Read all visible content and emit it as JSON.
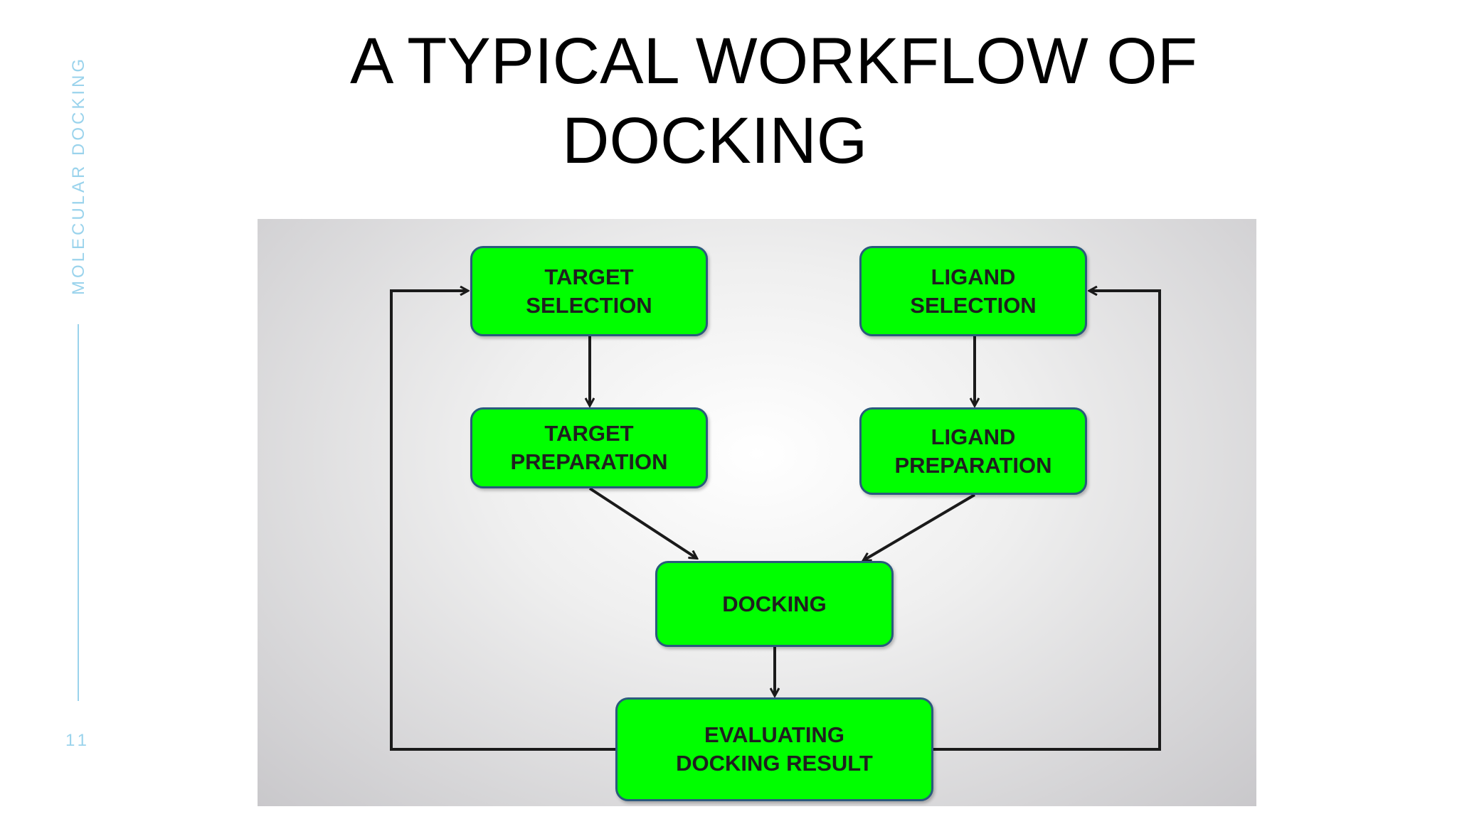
{
  "slide": {
    "title_line1": "A TYPICAL WORKFLOW OF",
    "title_line2": "DOCKING",
    "side_label": "MOLECULAR DOCKING",
    "page_number": "11"
  },
  "diagram": {
    "colors": {
      "box_fill": "#00ff00",
      "box_border": "#2a5a7c",
      "arrow": "#1a1a1a",
      "side_accent": "#9ad3ec"
    },
    "nodes": {
      "target_selection": "TARGET\nSELECTION",
      "ligand_selection": "LIGAND\nSELECTION",
      "target_preparation": "TARGET\nPREPARATION",
      "ligand_preparation": "LIGAND\nPREPARATION",
      "docking": "DOCKING",
      "evaluating": "EVALUATING\nDOCKING RESULT"
    },
    "edges": [
      {
        "from": "target_selection",
        "to": "target_preparation"
      },
      {
        "from": "ligand_selection",
        "to": "ligand_preparation"
      },
      {
        "from": "target_preparation",
        "to": "docking"
      },
      {
        "from": "ligand_preparation",
        "to": "docking"
      },
      {
        "from": "docking",
        "to": "evaluating"
      },
      {
        "from": "evaluating",
        "to": "target_selection"
      },
      {
        "from": "evaluating",
        "to": "ligand_selection"
      }
    ]
  }
}
